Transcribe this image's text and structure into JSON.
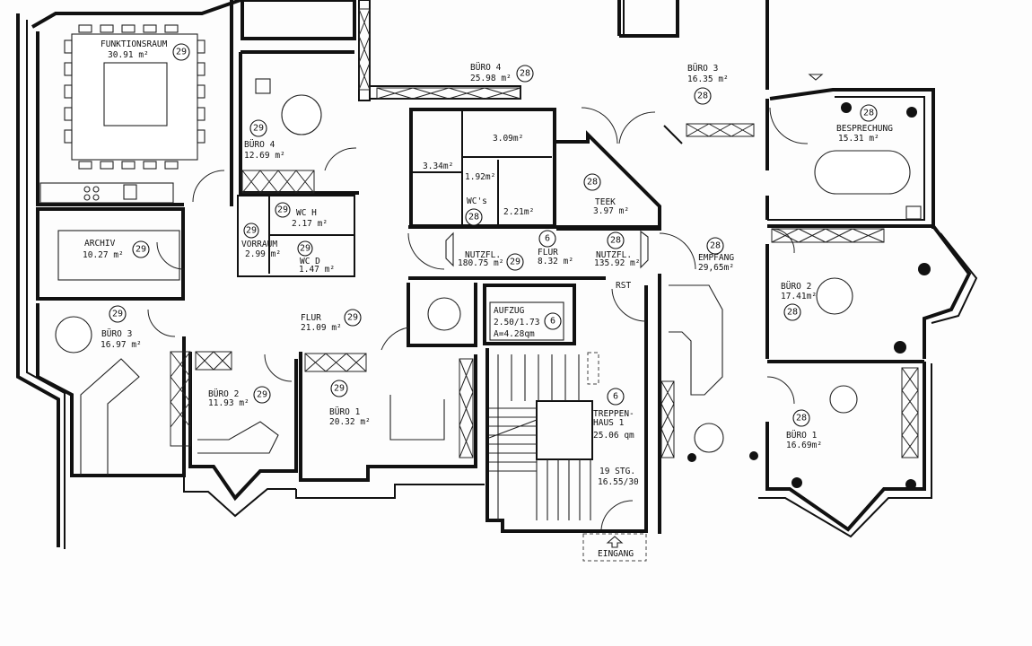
{
  "rooms": [
    {
      "name": "FUNKTIONSRAUM",
      "area": "30.91  m²",
      "unit": "29"
    },
    {
      "name": "BÜRO  4",
      "area": "12.69  m²",
      "unit": "29"
    },
    {
      "name": "WC  H",
      "area": "2.17  m²",
      "unit": "29"
    },
    {
      "name": "VORRAUM",
      "area": "2.99  m²",
      "unit": "29"
    },
    {
      "name": "WC  D",
      "area": "1.47  m²",
      "unit": "29"
    },
    {
      "name": "ARCHIV",
      "area": "10.27  m²",
      "unit": "29"
    },
    {
      "name": "BÜRO  3",
      "area": "16.97  m²",
      "unit": "29"
    },
    {
      "name": "FLUR",
      "area": "21.09  m²",
      "unit": "29"
    },
    {
      "name": "BÜRO  2",
      "area": "11.93  m²",
      "unit": "29"
    },
    {
      "name": "BÜRO  1",
      "area": "20.32  m²",
      "unit": "29"
    },
    {
      "name": "BÜRO  4",
      "area": "25.98  m²",
      "unit": "28"
    },
    {
      "name": "BÜRO  3",
      "area": "16.35  m²",
      "unit": "28"
    },
    {
      "name": "WC's",
      "area": "1.92m²",
      "unit": "28"
    },
    {
      "name": "TEEK",
      "area": "3.97  m²",
      "unit": "28"
    },
    {
      "name": "NUTZFL.",
      "area": "180.75  m²",
      "unit": "29"
    },
    {
      "name": "FLUR",
      "area": "8.32  m²",
      "unit": "6"
    },
    {
      "name": "NUTZFL.",
      "area": "135.92  m²",
      "unit": "28"
    },
    {
      "name": "AUFZUG",
      "area": "2.50/1.73",
      "extra": "A=4.28qm",
      "unit": "6"
    },
    {
      "name": "TREPPEN-",
      "name2": "HAUS  1",
      "area": "25.06  qm",
      "unit": "6"
    },
    {
      "name": "BESPRECHUNG",
      "area": "15.31  m²",
      "unit": "28"
    },
    {
      "name": "EMPFANG",
      "area": "29,65m²",
      "unit": "28"
    },
    {
      "name": "BÜRO  2",
      "area": "17.41m²",
      "unit": "28"
    },
    {
      "name": "BÜRO  1",
      "area": "16.69m²",
      "unit": "28"
    }
  ],
  "small_areas": {
    "wc1": "3.09m²",
    "shaft": "3.34m²",
    "wc2": "2.21m²"
  },
  "stairs": {
    "steps": "19  STG.",
    "ratio": "16.55/30"
  },
  "labels": {
    "rst": "RST",
    "entrance": "EINGANG"
  }
}
